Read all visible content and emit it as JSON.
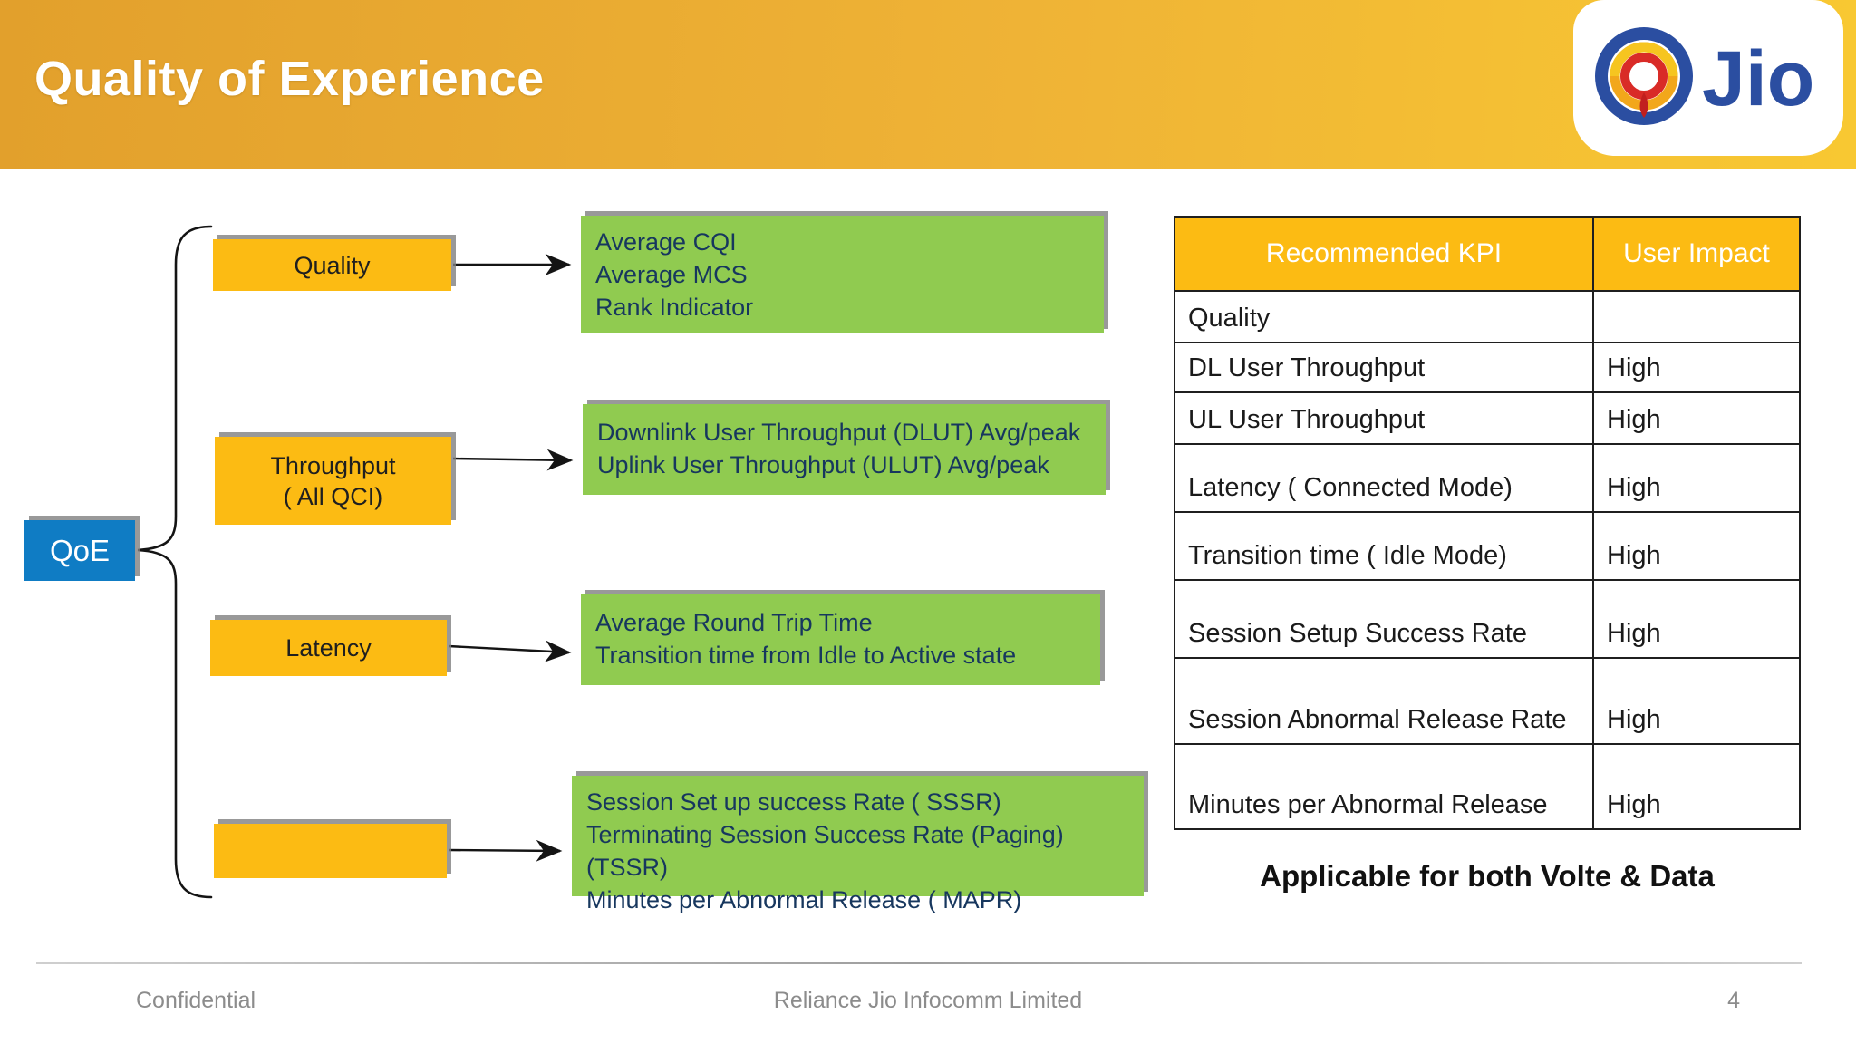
{
  "title": "Quality of Experience",
  "logo": {
    "brand": "Jio"
  },
  "diagram": {
    "root_label": "QoE",
    "branches": [
      {
        "label": [
          "Quality"
        ],
        "kpis": [
          "Average CQI",
          "Average MCS",
          "Rank Indicator"
        ]
      },
      {
        "label": [
          "Throughput",
          "( All QCI)"
        ],
        "kpis": [
          "Downlink User Throughput (DLUT) Avg/peak",
          "Uplink User Throughput (ULUT) Avg/peak"
        ]
      },
      {
        "label": [
          "Latency"
        ],
        "kpis": [
          "Average Round Trip Time",
          "Transition time  from Idle to Active state"
        ]
      },
      {
        "label": [],
        "kpis": [
          "Session Set up success Rate ( SSSR)",
          "Terminating Session Success Rate (Paging) (TSSR)",
          "Minutes per Abnormal Release ( MAPR)"
        ]
      }
    ]
  },
  "table": {
    "headers": [
      "Recommended KPI",
      "User Impact"
    ],
    "rows": [
      {
        "kpi": "Quality",
        "impact": ""
      },
      {
        "kpi": "DL User Throughput",
        "impact": "High"
      },
      {
        "kpi": "UL User Throughput",
        "impact": "High"
      },
      {
        "kpi": "Latency ( Connected Mode)",
        "impact": "High"
      },
      {
        "kpi": "Transition time ( Idle Mode)",
        "impact": "High"
      },
      {
        "kpi": "Session Setup Success Rate",
        "impact": "High"
      },
      {
        "kpi": "Session Abnormal Release Rate",
        "impact": "High"
      },
      {
        "kpi": "Minutes per Abnormal Release",
        "impact": "High"
      }
    ],
    "note": "Applicable for both Volte & Data"
  },
  "footer": {
    "left": "Confidential",
    "center": "Reliance Jio Infocomm Limited",
    "page": "4"
  },
  "colors": {
    "banner_left": "#E2A02C",
    "banner_right": "#F8C832",
    "box_orange": "#FCBB13",
    "box_green": "#90CB50",
    "box_blue": "#0F7CC4",
    "kpi_text": "#17375E",
    "jio_blue": "#2B4EA1"
  }
}
